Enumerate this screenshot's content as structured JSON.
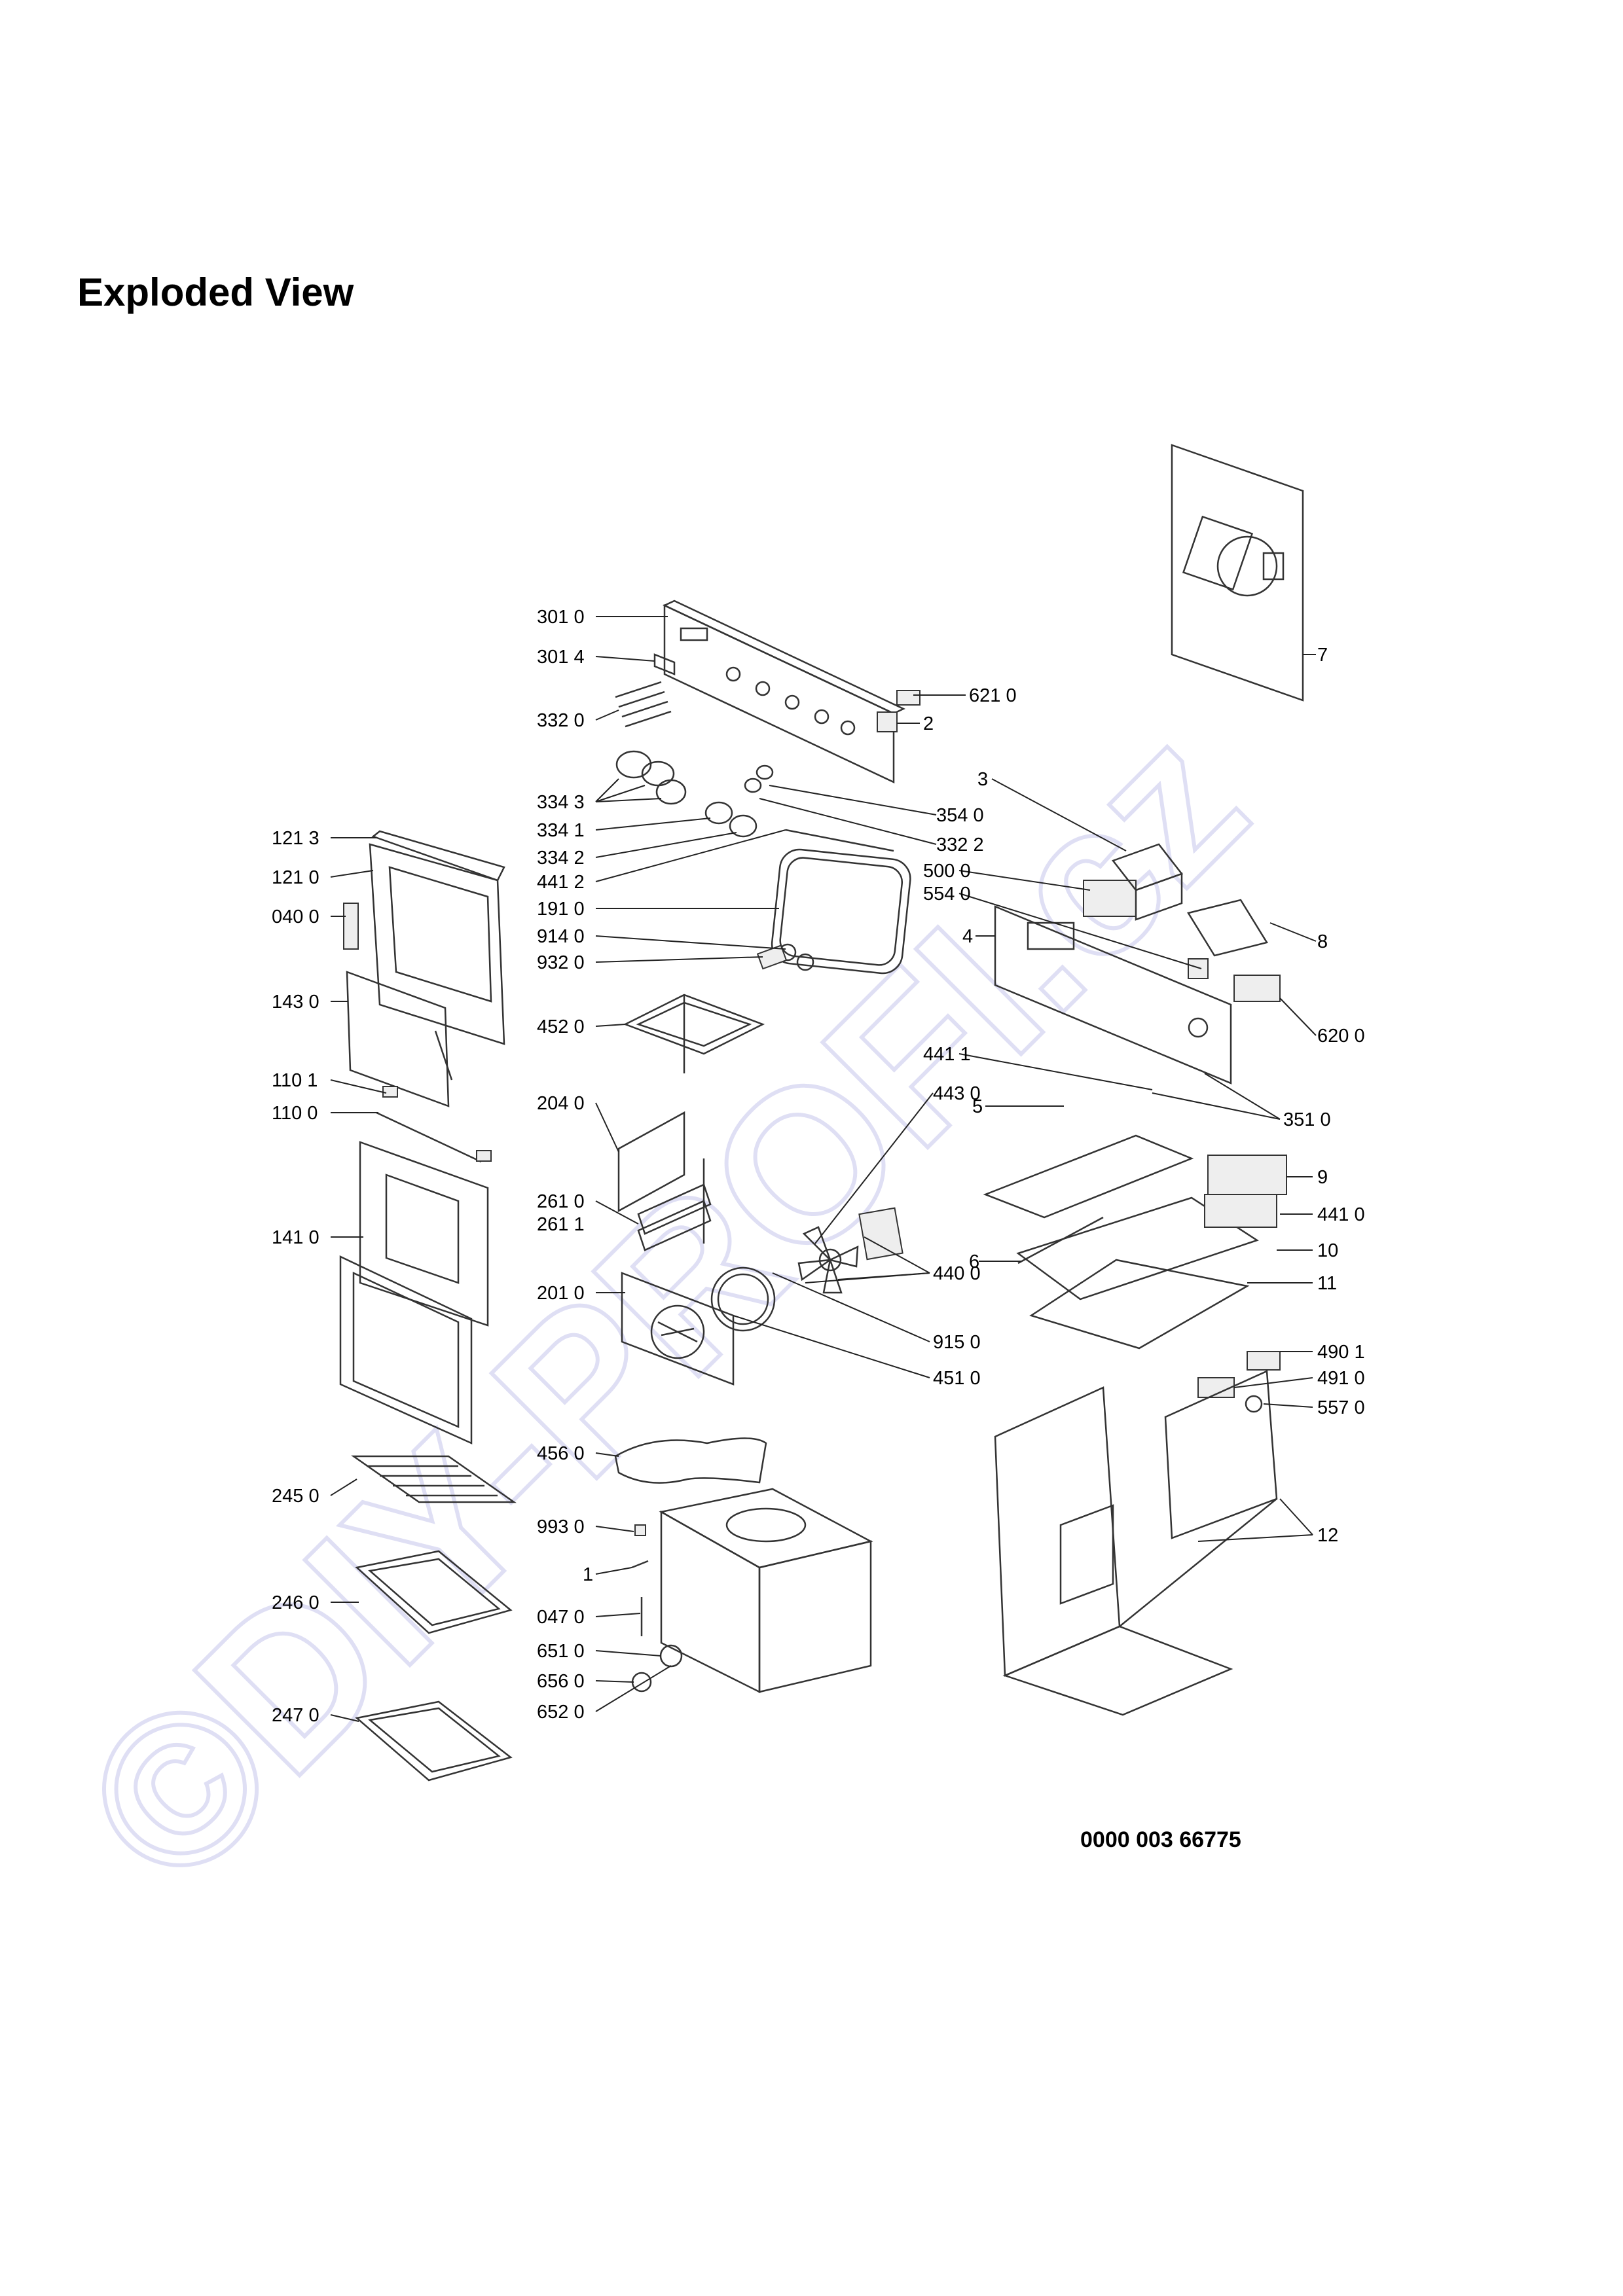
{
  "page": {
    "title": "Exploded View",
    "document_number": "0000 003 66775",
    "watermark": "©DIY-PROFI.cz"
  },
  "labels": {
    "l3010": "301 0",
    "l3014": "301 4",
    "l3320": "332 0",
    "l6210": "621 0",
    "l2": "2",
    "l3343": "334 3",
    "l3341": "334 1",
    "l3342": "334 2",
    "l3540": "354 0",
    "l3322": "332 2",
    "l4412": "441 2",
    "l1910": "191 0",
    "l9140": "914 0",
    "l9320": "932 0",
    "l4520": "452 0",
    "l1213": "121 3",
    "l1210": "121 0",
    "l0400": "040 0",
    "l1430": "143 0",
    "l1101": "110 1",
    "l1100": "110 0",
    "l1410": "141 0",
    "l2040": "204 0",
    "l2610": "261 0",
    "l2611": "261 1",
    "l2010": "201 0",
    "l4430": "443 0",
    "l4400": "440 0",
    "l9150": "915 0",
    "l4510": "451 0",
    "l4560": "456 0",
    "l2450": "245 0",
    "l9930": "993 0",
    "l1": "1",
    "l2460": "246 0",
    "l0470": "047 0",
    "l6510": "651 0",
    "l6560": "656 0",
    "l6520": "652 0",
    "l2470": "247 0",
    "l3": "3",
    "l5000": "500 0",
    "l5540": "554 0",
    "l7": "7",
    "l8": "8",
    "l4": "4",
    "l6200": "620 0",
    "l4411": "441 1",
    "l3510": "351 0",
    "l5": "5",
    "l9": "9",
    "l4410": "441 0",
    "l6": "6",
    "l10": "10",
    "l11": "11",
    "l4901": "490 1",
    "l4910": "491 0",
    "l5570": "557 0",
    "l12": "12"
  }
}
